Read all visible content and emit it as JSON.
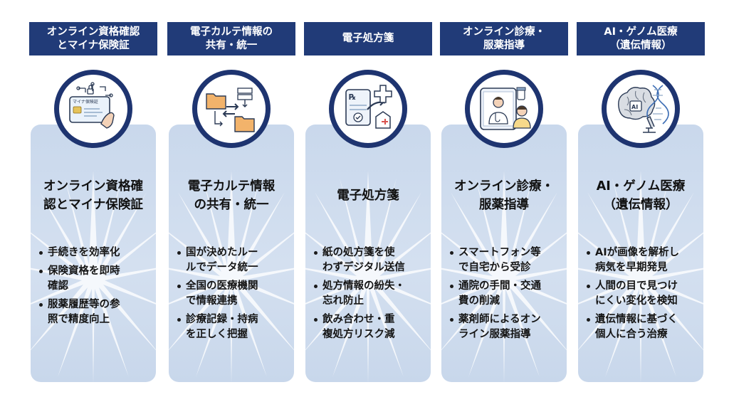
{
  "columns": [
    {
      "header": [
        "オンライン資格確認",
        "とマイナ保険証"
      ],
      "title": [
        "オンライン資格確",
        "認とマイナ保険証"
      ],
      "icon": "my-number-card-icon",
      "card_text": "マイナ保険証",
      "bullets": [
        [
          "手続きを効率化"
        ],
        [
          "保険資格を即時",
          "確認"
        ],
        [
          "服薬履歴等の参",
          "照で精度向上"
        ]
      ]
    },
    {
      "header": [
        "電子カルテ情報の",
        "共有・統一"
      ],
      "title": [
        "電子カルテ情報",
        "の共有・統一"
      ],
      "icon": "folder-exchange-icon",
      "bullets": [
        [
          "国が決めたルー",
          "ルでデータ統一"
        ],
        [
          "全国の医療機関",
          "で情報連携"
        ],
        [
          "診療記録・持病",
          "を正しく把握"
        ]
      ]
    },
    {
      "header": [
        "電子処方箋"
      ],
      "title": [
        "電子処方箋"
      ],
      "icon": "e-prescription-icon",
      "bullets": [
        [
          "紙の処方箋を使",
          "わずデジタル送信"
        ],
        [
          "処方情報の紛失・",
          "忘れ防止"
        ],
        [
          "飲み合わせ・重",
          "複処方リスク減"
        ]
      ]
    },
    {
      "header": [
        "オンライン診療・",
        "服薬指導"
      ],
      "title": [
        "オンライン診療・",
        "服薬指導"
      ],
      "icon": "telemedicine-tablet-icon",
      "bullets": [
        [
          "スマートフォン等",
          "で自宅から受診"
        ],
        [
          "通院の手間・交通",
          "費の削減"
        ],
        [
          "薬剤師によるオン",
          "ライン服薬指導"
        ]
      ]
    },
    {
      "header": [
        "AI・ゲノム医療",
        "（遺伝情報）"
      ],
      "title": [
        "AI・ゲノム医療",
        "（遺伝情報）"
      ],
      "icon": "ai-brain-dna-icon",
      "bullets": [
        [
          "AIが画像を解析し",
          "病気を早期発見"
        ],
        [
          "人間の目で見つけ",
          "にくい変化を検知"
        ],
        [
          "遺伝情報に基づく",
          "個人に合う治療"
        ]
      ]
    }
  ],
  "colors": {
    "header_bg": "#213b78",
    "ring": "#1e3470",
    "card_bg": "#cfdcee"
  }
}
